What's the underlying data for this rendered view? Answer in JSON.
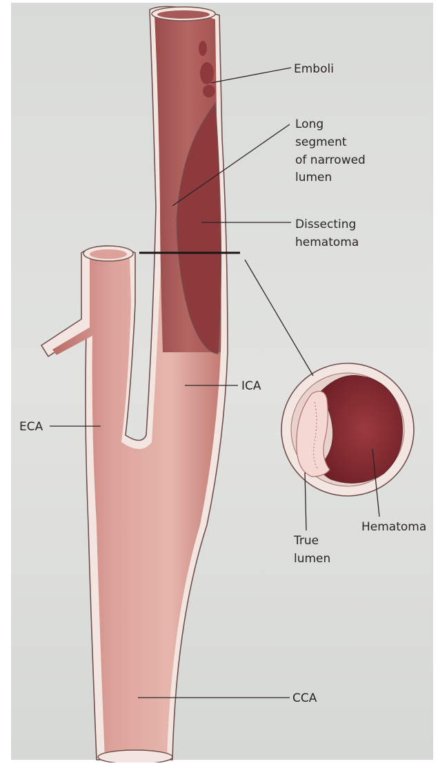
{
  "labels": {
    "emboli": "Emboli",
    "long_segment": [
      "Long",
      "segment",
      "of narrowed",
      "lumen"
    ],
    "dissecting_hematoma": [
      "Dissecting",
      "hematoma"
    ],
    "ica": "ICA",
    "eca": "ECA",
    "cca": "CCA",
    "true_lumen": [
      "True",
      "lumen"
    ],
    "hematoma": "Hematoma"
  },
  "colors": {
    "paper": "#dcdedc",
    "vessel_wall": "#f3e4df",
    "vessel_outline": "#6e4f4c",
    "lumen_light": "#e8b9b0",
    "lumen_mid": "#cf8c84",
    "lumen_dark": "#a95e5b",
    "hematoma": "#8c3236",
    "hematoma_dark": "#6e1f25",
    "leader_line": "#2a2424"
  }
}
